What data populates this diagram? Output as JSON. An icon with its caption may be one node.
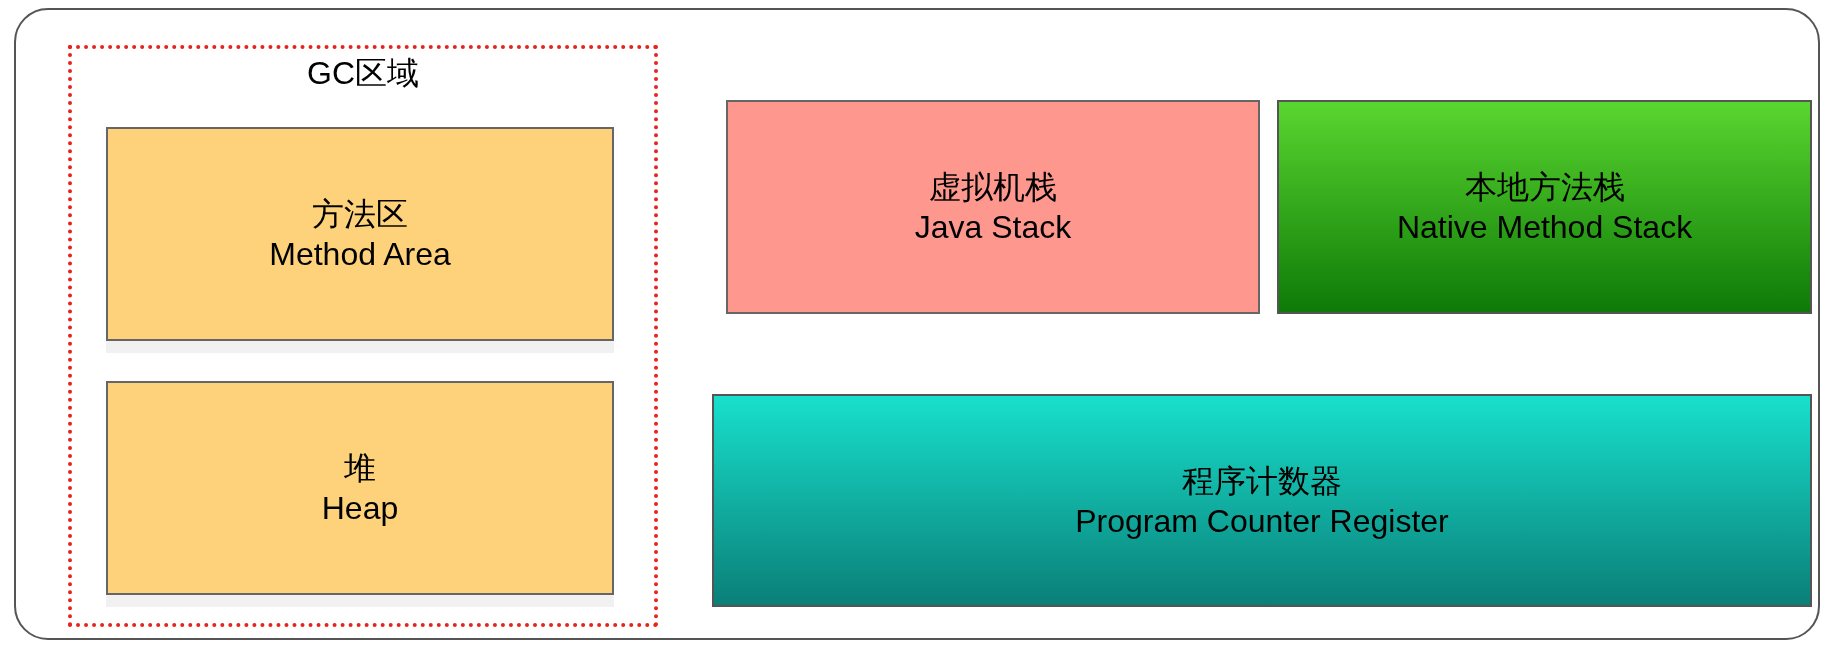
{
  "diagram": {
    "nodes": [
      {
        "text": [],
        "shape": "box"
      },
      {
        "text": [
          "GC区域"
        ],
        "in": 0
      },
      {
        "text": [
          "方法区",
          "Method Area"
        ],
        "in": 1
      },
      {
        "text": [
          "堆",
          "Heap"
        ],
        "in": 1
      },
      {
        "text": [
          "虚拟机栈",
          "Java Stack"
        ],
        "in": 0
      },
      {
        "text": [
          "本地方法栈",
          "Native Method Stack"
        ],
        "in": 0
      },
      {
        "text": [
          "程序计数器",
          "Program Counter Register"
        ],
        "in": 0
      }
    ]
  }
}
